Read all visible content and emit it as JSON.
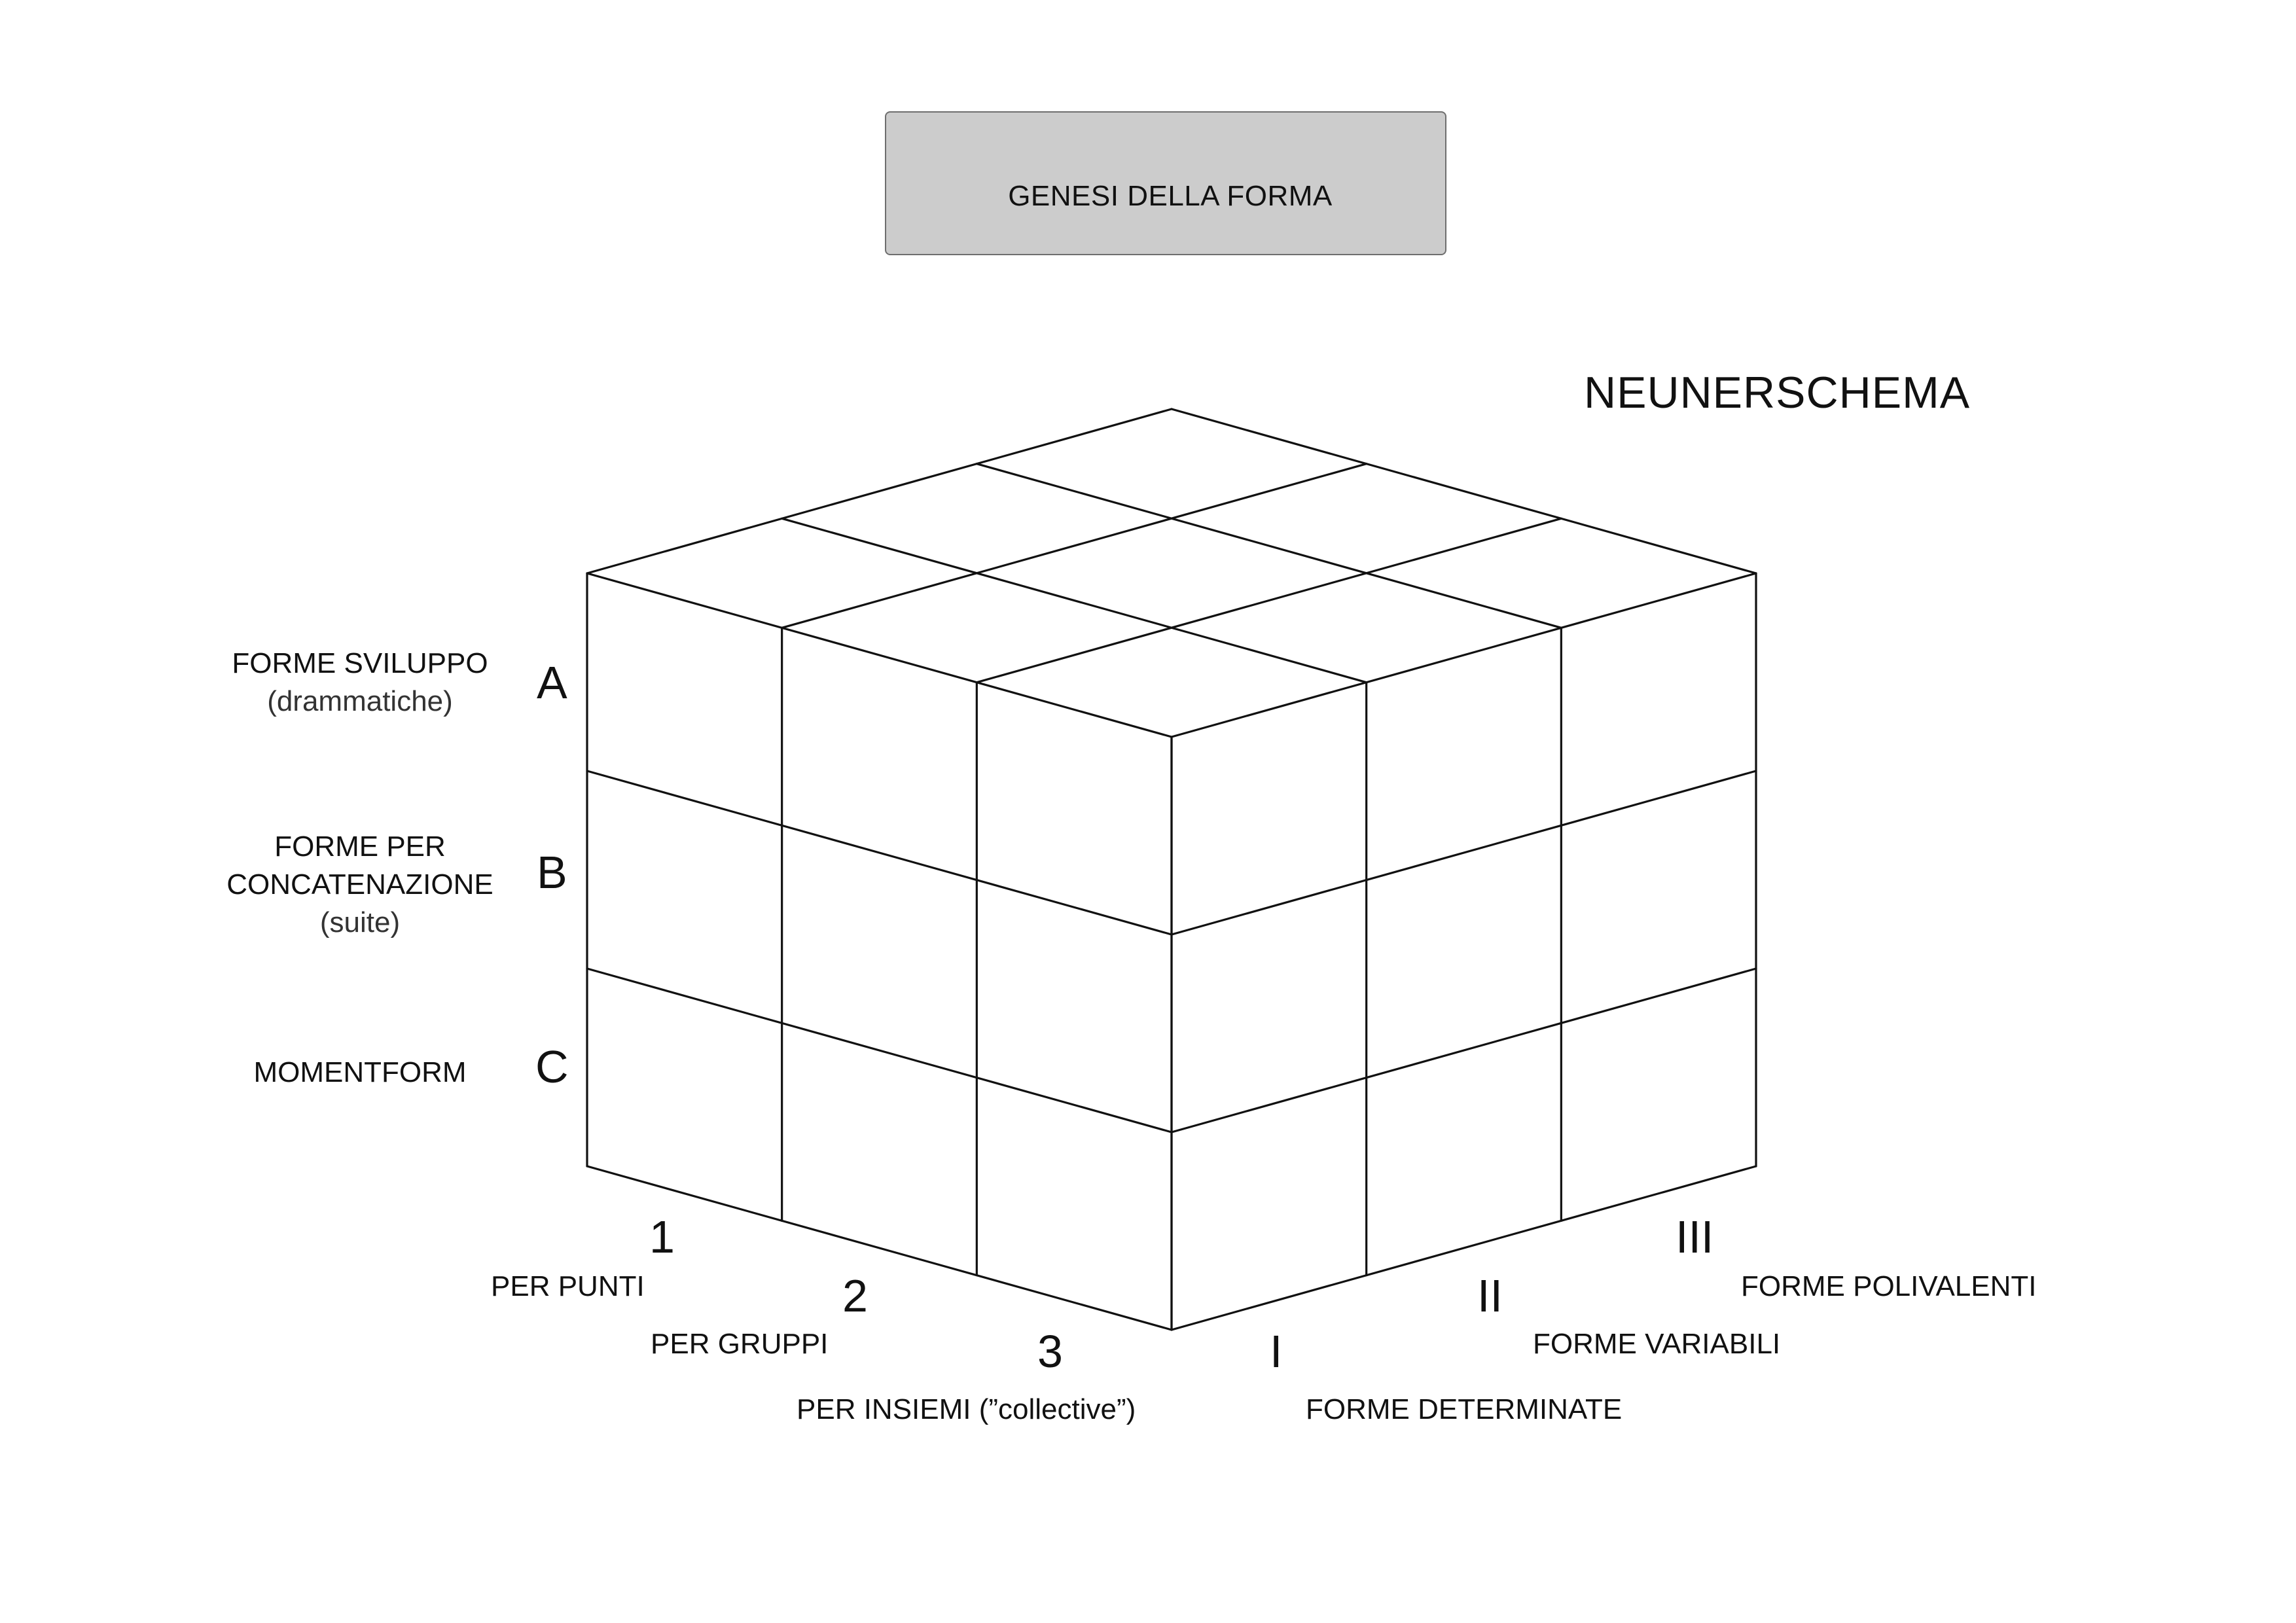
{
  "title_box": {
    "label": "GENESI DELLA FORMA"
  },
  "heading": "NEUNERSCHEMA",
  "rows": [
    {
      "letter": "A",
      "lines": [
        "FORME SVILUPPO",
        "(drammatiche)"
      ]
    },
    {
      "letter": "B",
      "lines": [
        "FORME PER",
        "CONCATENAZIONE",
        "(suite)"
      ]
    },
    {
      "letter": "C",
      "lines": [
        "MOMENTFORM"
      ]
    }
  ],
  "left_axis": [
    {
      "number": "1",
      "label": "PER PUNTI"
    },
    {
      "number": "2",
      "label": "PER GRUPPI"
    },
    {
      "number": "3",
      "label": "PER INSIEMI (”collective”)"
    }
  ],
  "right_axis": [
    {
      "numeral": "I",
      "label": "FORME DETERMINATE"
    },
    {
      "numeral": "II",
      "label": "FORME VARIABILI"
    },
    {
      "numeral": "III",
      "label": "FORME POLIVALENTI"
    }
  ]
}
